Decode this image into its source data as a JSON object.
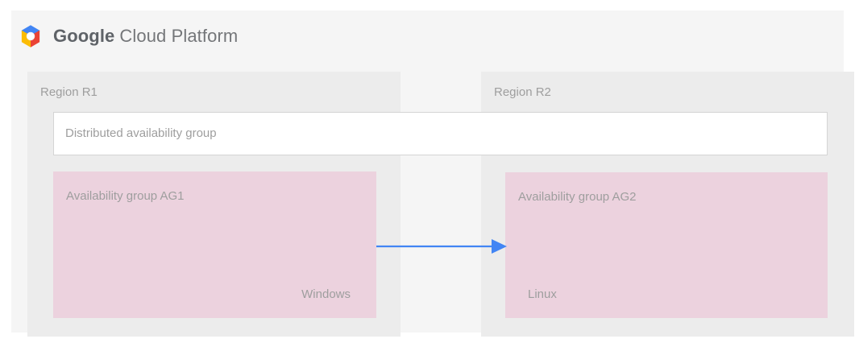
{
  "header": {
    "logo_icon": "google-cloud-platform-hexagon-icon",
    "brand_primary": "Google",
    "brand_secondary": "Cloud Platform",
    "logo_colors": {
      "top": "#4285F4",
      "left": "#FBBC05",
      "right": "#EA4335",
      "center": "#FFFFFF"
    }
  },
  "diagram": {
    "regions": [
      {
        "label": "Region R1"
      },
      {
        "label": "Region R2"
      }
    ],
    "distributed_group": {
      "label": "Distributed availability group"
    },
    "availability_groups": [
      {
        "title": "Availability group AG1",
        "os": "Windows"
      },
      {
        "title": "Availability group AG2",
        "os": "Linux"
      }
    ],
    "connector": {
      "name": "replication-arrow",
      "direction": "left-to-right",
      "color": "#4285F4",
      "from": "Availability group AG1",
      "to": "Availability group AG2"
    },
    "colors": {
      "page_background": "#FFFFFF",
      "card_background": "#F5F5F5",
      "region_panel": "#ECECEC",
      "availability_group": "#ECD2DE",
      "distributed_group_fill": "#FFFFFF",
      "distributed_group_border": "#D4D4D4",
      "label_text": "#9E9E9E"
    }
  }
}
